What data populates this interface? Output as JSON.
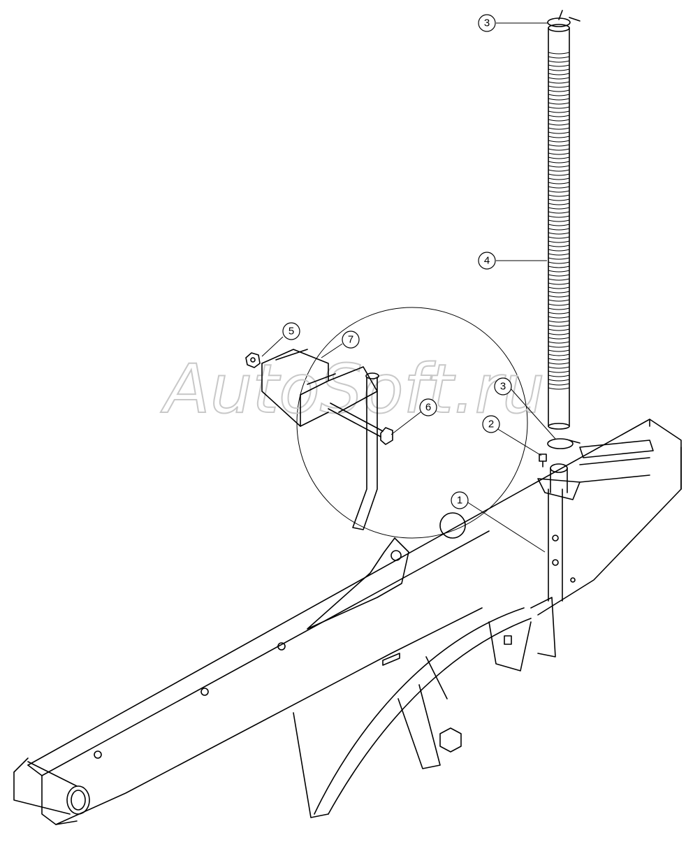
{
  "watermark": "AutoSoft.ru",
  "callouts": [
    {
      "label": "3"
    },
    {
      "label": "4"
    },
    {
      "label": "5"
    },
    {
      "label": "7"
    },
    {
      "label": "6"
    },
    {
      "label": "3"
    },
    {
      "label": "2"
    },
    {
      "label": "1"
    }
  ]
}
